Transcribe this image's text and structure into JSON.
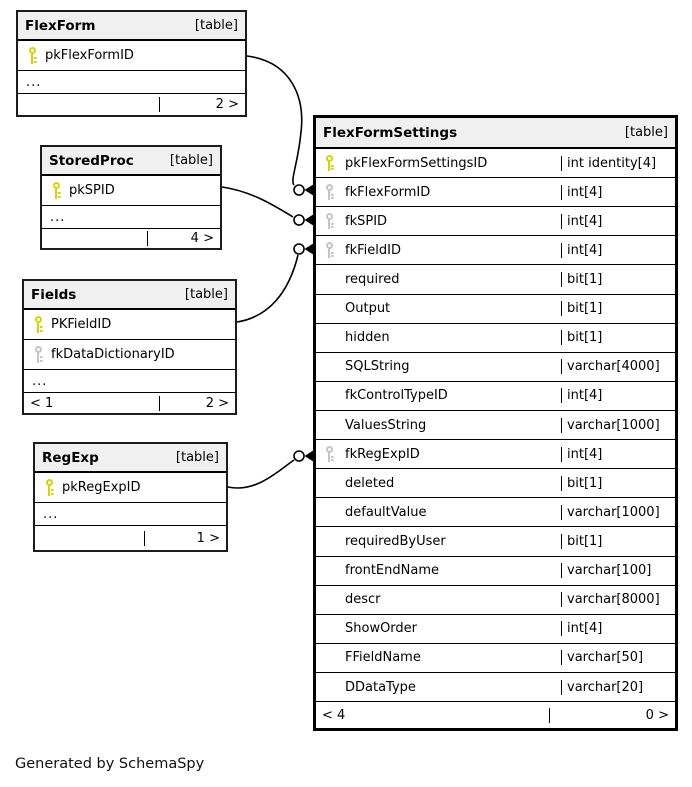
{
  "diagram": {
    "credit": "Generated by SchemaSpy",
    "colors": {
      "primary_key": "#d4d404",
      "foreign_key": "#c4c4c4",
      "header_bg": "#f0f0f0",
      "border": "#000000"
    }
  },
  "tables": {
    "flexform": {
      "name": "FlexForm",
      "tag": "[table]",
      "ellipsis": "...",
      "fields": [
        {
          "name": "pkFlexFormID",
          "key": "pk"
        }
      ],
      "pager": [
        "",
        "",
        "2 >"
      ]
    },
    "storedproc": {
      "name": "StoredProc",
      "tag": "[table]",
      "ellipsis": "...",
      "fields": [
        {
          "name": "pkSPID",
          "key": "pk"
        }
      ],
      "pager": [
        "",
        "",
        "4 >"
      ]
    },
    "fields": {
      "name": "Fields",
      "tag": "[table]",
      "ellipsis": "...",
      "fields": [
        {
          "name": "PKFieldID",
          "key": "pk"
        },
        {
          "name": "fkDataDictionaryID",
          "key": "fk"
        }
      ],
      "pager": [
        "< 1",
        "",
        "2 >"
      ]
    },
    "regexp": {
      "name": "RegExp",
      "tag": "[table]",
      "ellipsis": "...",
      "fields": [
        {
          "name": "pkRegExpID",
          "key": "pk"
        }
      ],
      "pager": [
        "",
        "",
        "1 >"
      ]
    },
    "flexformsettings": {
      "name": "FlexFormSettings",
      "tag": "[table]",
      "fields": [
        {
          "name": "pkFlexFormSettingsID",
          "type": "int identity[4]",
          "key": "pk"
        },
        {
          "name": "fkFlexFormID",
          "type": "int[4]",
          "key": "fk"
        },
        {
          "name": "fkSPID",
          "type": "int[4]",
          "key": "fk"
        },
        {
          "name": "fkFieldID",
          "type": "int[4]",
          "key": "fk"
        },
        {
          "name": "required",
          "type": "bit[1]",
          "key": ""
        },
        {
          "name": "Output",
          "type": "bit[1]",
          "key": ""
        },
        {
          "name": "hidden",
          "type": "bit[1]",
          "key": ""
        },
        {
          "name": "SQLString",
          "type": "varchar[4000]",
          "key": ""
        },
        {
          "name": "fkControlTypeID",
          "type": "int[4]",
          "key": ""
        },
        {
          "name": "ValuesString",
          "type": "varchar[1000]",
          "key": ""
        },
        {
          "name": "fkRegExpID",
          "type": "int[4]",
          "key": "fk"
        },
        {
          "name": "deleted",
          "type": "bit[1]",
          "key": ""
        },
        {
          "name": "defaultValue",
          "type": "varchar[1000]",
          "key": ""
        },
        {
          "name": "requiredByUser",
          "type": "bit[1]",
          "key": ""
        },
        {
          "name": "frontEndName",
          "type": "varchar[100]",
          "key": ""
        },
        {
          "name": "descr",
          "type": "varchar[8000]",
          "key": ""
        },
        {
          "name": "ShowOrder",
          "type": "int[4]",
          "key": ""
        },
        {
          "name": "FFieldName",
          "type": "varchar[50]",
          "key": ""
        },
        {
          "name": "DDataType",
          "type": "varchar[20]",
          "key": ""
        }
      ],
      "pager": [
        "< 4",
        "",
        "0 >"
      ]
    }
  }
}
